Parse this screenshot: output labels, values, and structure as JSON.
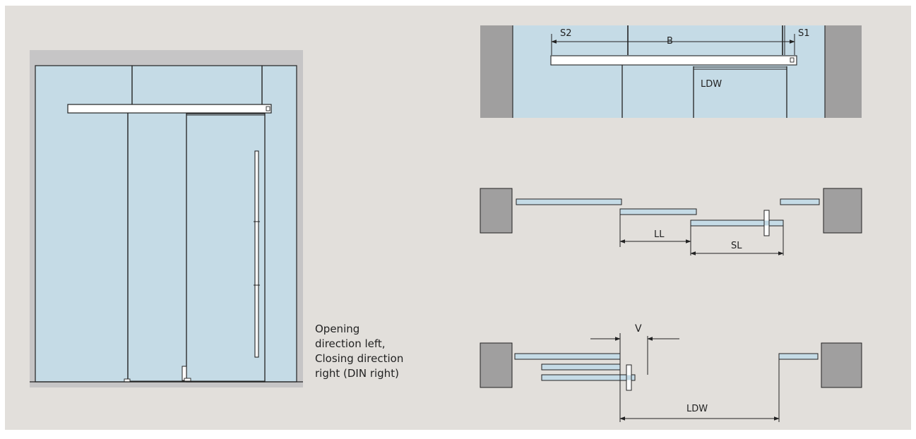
{
  "colors": {
    "panel": "#e2dfdb",
    "glass": "#c5dbe6",
    "wall": "#a09f9f",
    "frame": "#c6c5c6",
    "line": "#222222"
  },
  "caption": {
    "line1": "Opening",
    "line2": "direction left,",
    "line3": "Closing direction",
    "line4": "right (DIN right)"
  },
  "top_view": {
    "label_s2": "S2",
    "label_b": "B",
    "label_s1": "S1",
    "label_ldw": "LDW"
  },
  "plan_closed": {
    "label_ll": "LL",
    "label_sl": "SL"
  },
  "plan_open": {
    "label_v": "V",
    "label_ldw": "LDW"
  }
}
